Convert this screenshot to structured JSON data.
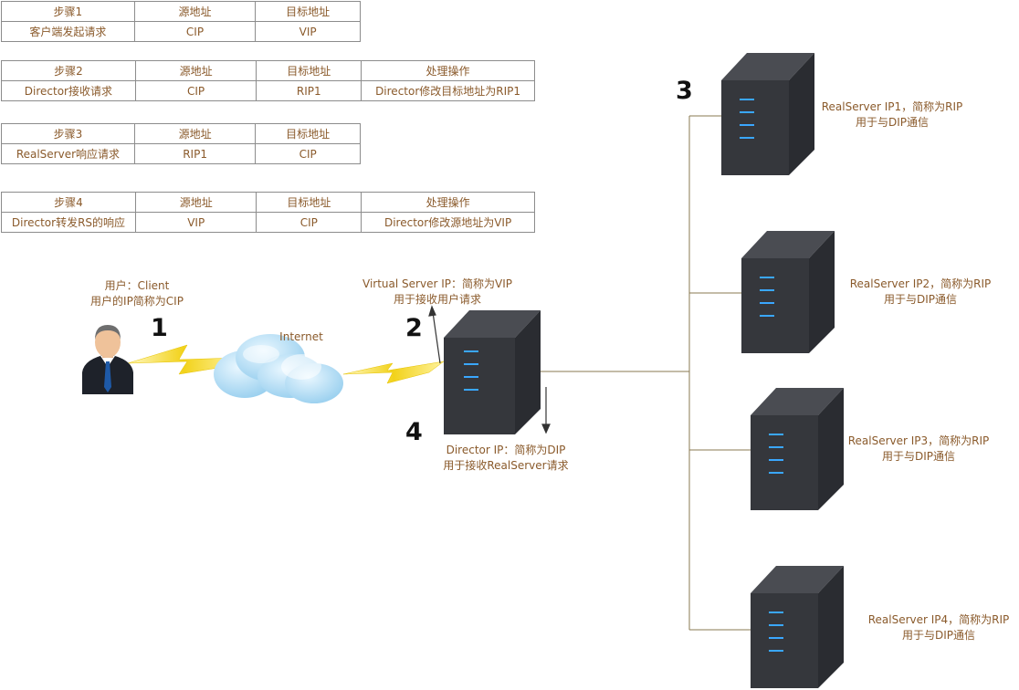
{
  "tables": [
    {
      "header": [
        "步骤1",
        "源地址",
        "目标地址"
      ],
      "row": [
        "客户端发起请求",
        "CIP",
        "VIP"
      ]
    },
    {
      "header": [
        "步骤2",
        "源地址",
        "目标地址",
        "处理操作"
      ],
      "row": [
        "Director接收请求",
        "CIP",
        "RIP1",
        "Director修改目标地址为RIP1"
      ]
    },
    {
      "header": [
        "步骤3",
        "源地址",
        "目标地址"
      ],
      "row": [
        "RealServer响应请求",
        "RIP1",
        "CIP"
      ]
    },
    {
      "header": [
        "步骤4",
        "源地址",
        "目标地址",
        "处理操作"
      ],
      "row": [
        "Director转发RS的响应",
        "VIP",
        "CIP",
        "Director修改源地址为VIP"
      ]
    }
  ],
  "client": {
    "line1": "用户：Client",
    "line2": "用户的IP简称为CIP"
  },
  "internet": "Internet",
  "vip": {
    "line1": "Virtual  Server  IP：简称为VIP",
    "line2": "用于接收用户请求"
  },
  "dip": {
    "line1": "Director  IP：简称为DIP",
    "line2": "用于接收RealServer请求"
  },
  "realservers": [
    {
      "line1": "RealServer IP1，简称为RIP",
      "line2": "用于与DIP通信"
    },
    {
      "line1": "RealServer IP2，简称为RIP",
      "line2": "用于与DIP通信"
    },
    {
      "line1": "RealServer IP3，简称为RIP",
      "line2": "用于与DIP通信"
    },
    {
      "line1": "RealServer IP4，简称为RIP",
      "line2": "用于与DIP通信"
    }
  ],
  "steps": [
    "1",
    "2",
    "3",
    "4"
  ]
}
